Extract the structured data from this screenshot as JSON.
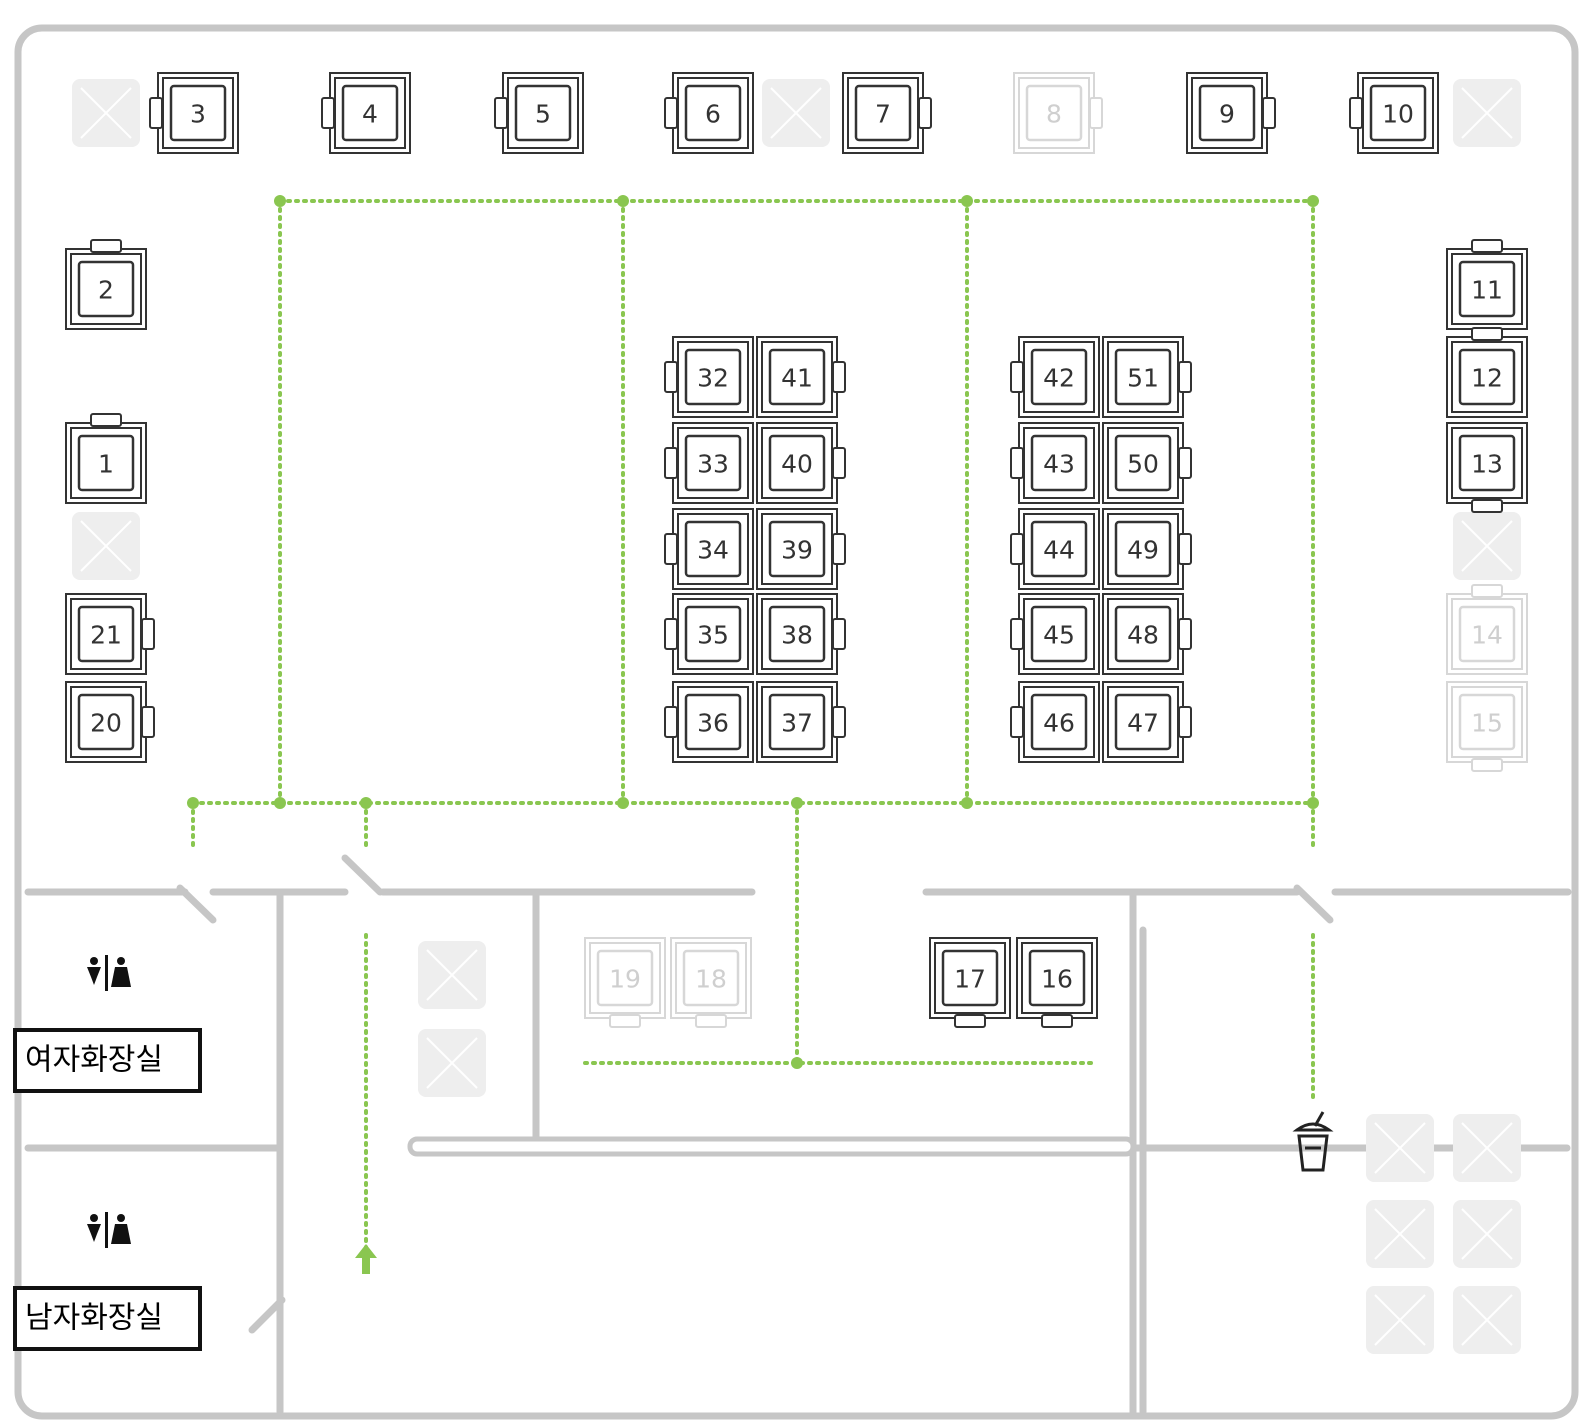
{
  "colors": {
    "wall": "#c6c6c6",
    "seat": "#333333",
    "seat_inactive": "#d7d7d7",
    "num_inactive": "#cfcfcf",
    "path": "#8ac650",
    "blocked_fill": "#eeeeee",
    "blocked_line": "#ffffff"
  },
  "restrooms": {
    "women_label": "여자화장실",
    "men_label": "남자화장실",
    "women_icon": "restroom-icon",
    "men_icon": "restroom-icon"
  },
  "drink_icon": "drink-cup-icon",
  "entrance_icon": "entrance-arrow-icon",
  "seats": [
    {
      "id": "3",
      "label": "3",
      "available": true,
      "chair": "left"
    },
    {
      "id": "4",
      "label": "4",
      "available": true,
      "chair": "left"
    },
    {
      "id": "5",
      "label": "5",
      "available": true,
      "chair": "left"
    },
    {
      "id": "6",
      "label": "6",
      "available": true,
      "chair": "left"
    },
    {
      "id": "7",
      "label": "7",
      "available": true,
      "chair": "right"
    },
    {
      "id": "8",
      "label": "8",
      "available": false,
      "chair": "right"
    },
    {
      "id": "9",
      "label": "9",
      "available": true,
      "chair": "right"
    },
    {
      "id": "10",
      "label": "10",
      "available": true,
      "chair": "left"
    },
    {
      "id": "2",
      "label": "2",
      "available": true,
      "chair": "top"
    },
    {
      "id": "1",
      "label": "1",
      "available": true,
      "chair": "top"
    },
    {
      "id": "21",
      "label": "21",
      "available": true,
      "chair": "right"
    },
    {
      "id": "20",
      "label": "20",
      "available": true,
      "chair": "right"
    },
    {
      "id": "11",
      "label": "11",
      "available": true,
      "chair": "top"
    },
    {
      "id": "12",
      "label": "12",
      "available": true,
      "chair": "top"
    },
    {
      "id": "13",
      "label": "13",
      "available": true,
      "chair": "bottom"
    },
    {
      "id": "14",
      "label": "14",
      "available": false,
      "chair": "top"
    },
    {
      "id": "15",
      "label": "15",
      "available": false,
      "chair": "bottom"
    },
    {
      "id": "32",
      "label": "32",
      "available": true,
      "chair": "left"
    },
    {
      "id": "33",
      "label": "33",
      "available": true,
      "chair": "left"
    },
    {
      "id": "34",
      "label": "34",
      "available": true,
      "chair": "left"
    },
    {
      "id": "35",
      "label": "35",
      "available": true,
      "chair": "left"
    },
    {
      "id": "36",
      "label": "36",
      "available": true,
      "chair": "left"
    },
    {
      "id": "41",
      "label": "41",
      "available": true,
      "chair": "right"
    },
    {
      "id": "40",
      "label": "40",
      "available": true,
      "chair": "right"
    },
    {
      "id": "39",
      "label": "39",
      "available": true,
      "chair": "right"
    },
    {
      "id": "38",
      "label": "38",
      "available": true,
      "chair": "right"
    },
    {
      "id": "37",
      "label": "37",
      "available": true,
      "chair": "right"
    },
    {
      "id": "42",
      "label": "42",
      "available": true,
      "chair": "left"
    },
    {
      "id": "43",
      "label": "43",
      "available": true,
      "chair": "left"
    },
    {
      "id": "44",
      "label": "44",
      "available": true,
      "chair": "left"
    },
    {
      "id": "45",
      "label": "45",
      "available": true,
      "chair": "left"
    },
    {
      "id": "46",
      "label": "46",
      "available": true,
      "chair": "left"
    },
    {
      "id": "51",
      "label": "51",
      "available": true,
      "chair": "right"
    },
    {
      "id": "50",
      "label": "50",
      "available": true,
      "chair": "right"
    },
    {
      "id": "49",
      "label": "49",
      "available": true,
      "chair": "right"
    },
    {
      "id": "48",
      "label": "48",
      "available": true,
      "chair": "right"
    },
    {
      "id": "47",
      "label": "47",
      "available": true,
      "chair": "right"
    },
    {
      "id": "19",
      "label": "19",
      "available": false,
      "chair": "bottom"
    },
    {
      "id": "18",
      "label": "18",
      "available": false,
      "chair": "bottom"
    },
    {
      "id": "17",
      "label": "17",
      "available": true,
      "chair": "bottom"
    },
    {
      "id": "16",
      "label": "16",
      "available": true,
      "chair": "bottom"
    }
  ]
}
